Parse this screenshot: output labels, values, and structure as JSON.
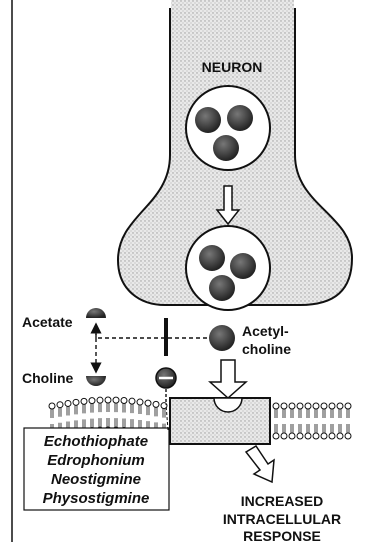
{
  "diagram": {
    "neuron_label": "NEURON",
    "acetate_label": "Acetate",
    "acetylcholine_label_line1": "Acetyl-",
    "acetylcholine_label_line2": "choline",
    "choline_label": "Choline",
    "inhibitors": [
      "Echothiophate",
      "Edrophonium",
      "Neostigmine",
      "Physostigmine"
    ],
    "response_label_lines": [
      "INCREASED",
      "INTRACELLULAR",
      "RESPONSE"
    ]
  },
  "colors": {
    "stipple": "#cfcfcf",
    "ink": "#111111",
    "vesicle": "#3a3a3a"
  }
}
